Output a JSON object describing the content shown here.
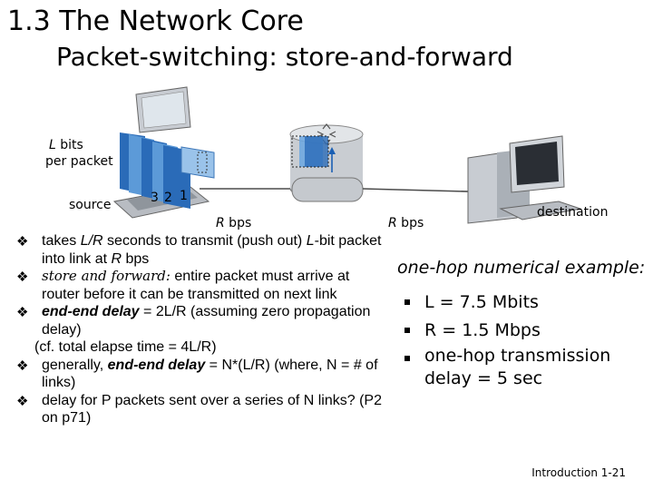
{
  "title_line1": "1.3 The Network Core",
  "title_line2": "Packet-switching: store-and-forward",
  "diagram": {
    "bits_label_L": "L",
    "bits_label_rest": " bits",
    "per_packet": "per packet",
    "source": "source",
    "destination": "destination",
    "packet_numbers": [
      "3",
      "2",
      "1"
    ],
    "link1_rate_R": "R",
    "link1_rate_unit": " bps",
    "link2_rate_R": "R",
    "link2_rate_unit": " bps"
  },
  "bullets": [
    {
      "parts": [
        "takes ",
        "L/R",
        " seconds to transmit (push out) ",
        "L",
        "-bit packet into link at ",
        "R",
        " bps"
      ]
    },
    {
      "lead": "store and forward:",
      "rest": " entire packet must  arrive at router before it can be transmitted on next link"
    },
    {
      "lead": "end-end delay",
      "rest": " = 2L/R (assuming zero propagation delay)"
    },
    {
      "line": "(cf. total elapse time = 4L/R)"
    },
    {
      "pre": "generally, ",
      "lead": "end-end delay",
      "rest": " = N*(L/R) (where, N = # of links)"
    },
    {
      "text": "delay for P packets sent over a series of N links? (P2 on p71)"
    }
  ],
  "example": {
    "heading": "one-hop numerical example:",
    "items": [
      "L = 7.5 Mbits",
      "R = 1.5 Mbps",
      "one-hop transmission delay = 5 sec"
    ]
  },
  "footer": {
    "text": "Introduction",
    "page": "1-21"
  }
}
